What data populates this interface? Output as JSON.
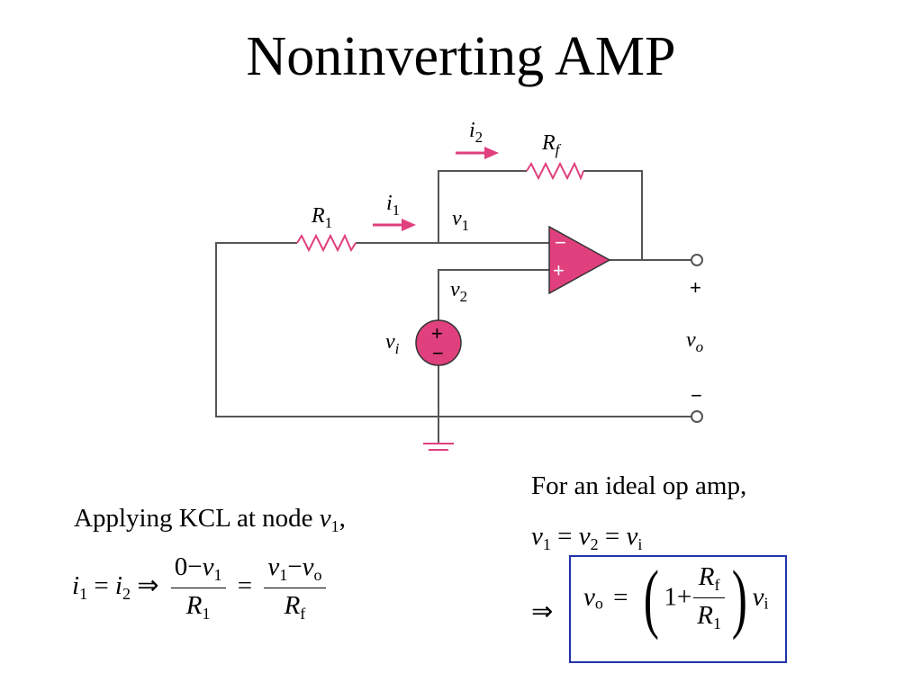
{
  "slide": {
    "title": "Noninverting AMP"
  },
  "circuit": {
    "labels": {
      "i2": "i",
      "i2_sub": "2",
      "Rf": "R",
      "Rf_sub": "f",
      "R1": "R",
      "R1_sub": "1",
      "i1": "i",
      "i1_sub": "1",
      "v1": "v",
      "v1_sub": "1",
      "v2": "v",
      "v2_sub": "2",
      "vi": "v",
      "vi_sub": "i",
      "vo": "v",
      "vo_sub": "o",
      "minus_in": "−",
      "plus_in": "+",
      "src_plus": "+",
      "src_minus": "−",
      "out_plus": "+",
      "out_minus": "−"
    },
    "colors": {
      "component": "#e0407e",
      "wire": "#555555",
      "result_border": "#2233aa"
    }
  },
  "left_eq": {
    "intro": "Applying  KCL  at  node",
    "intro_var": "v",
    "intro_var_sub": "1",
    "intro_comma": ",",
    "lhs_a": "i",
    "lhs_a_sub": "1",
    "eq1": "=",
    "lhs_b": "i",
    "lhs_b_sub": "2",
    "implies": "⇒",
    "frac1_num_a": "0",
    "frac1_num_op": "−",
    "frac1_num_b": "v",
    "frac1_num_b_sub": "1",
    "frac1_den": "R",
    "frac1_den_sub": "1",
    "eq2": "=",
    "frac2_num_a": "v",
    "frac2_num_a_sub": "1",
    "frac2_num_op": "−",
    "frac2_num_b": "v",
    "frac2_num_b_sub": "o",
    "frac2_den": "R",
    "frac2_den_sub": "f"
  },
  "right_eq": {
    "intro": "For  an  ideal  op  amp,",
    "line2_a": "v",
    "line2_a_sub": "1",
    "line2_eq1": "=",
    "line2_b": "v",
    "line2_b_sub": "2",
    "line2_eq2": "=",
    "line2_c": "v",
    "line2_c_sub": "i",
    "implies": "⇒",
    "res_lhs": "v",
    "res_lhs_sub": "o",
    "res_eq": "=",
    "paren_open": "(",
    "one_plus": "1+",
    "frac_num": "R",
    "frac_num_sub": "f",
    "frac_den": "R",
    "frac_den_sub": "1",
    "paren_close": ")",
    "res_tail": "v",
    "res_tail_sub": "i"
  }
}
